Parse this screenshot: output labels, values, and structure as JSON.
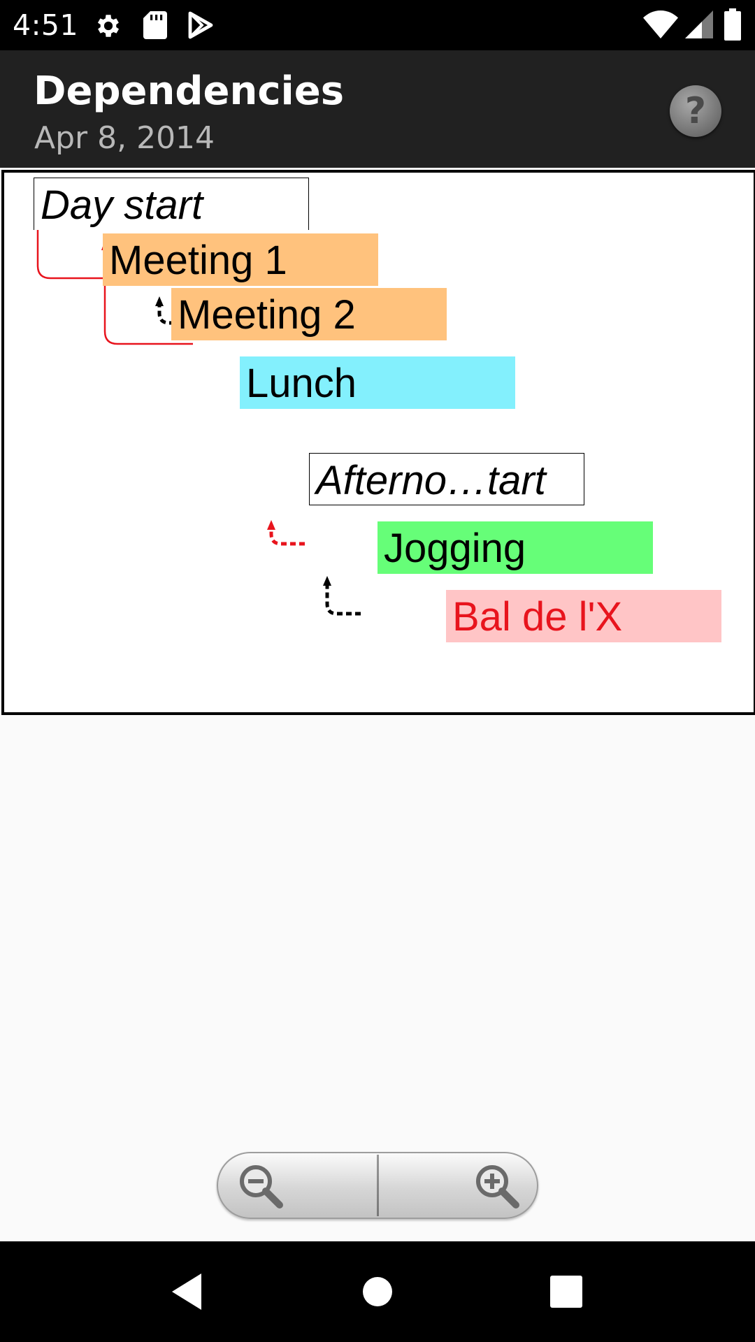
{
  "status_bar": {
    "time": "4:51",
    "icons": [
      "gear-icon",
      "sd-card-icon",
      "play-store-icon",
      "wifi-icon",
      "signal-icon",
      "battery-icon"
    ]
  },
  "action_bar": {
    "title": "Dependencies",
    "subtitle": "Apr 8, 2014",
    "help_label": "?"
  },
  "gantt": {
    "tasks": [
      {
        "label": "Day start",
        "type": "milestone",
        "color": "#ffffff",
        "text_color": "#000000"
      },
      {
        "label": "Meeting 1",
        "type": "task",
        "color": "#ffc27d",
        "text_color": "#000000"
      },
      {
        "label": "Meeting 2",
        "type": "task",
        "color": "#ffc27d",
        "text_color": "#000000"
      },
      {
        "label": "Lunch",
        "type": "task",
        "color": "#83f0fd",
        "text_color": "#000000"
      },
      {
        "label": "Afterno…tart",
        "type": "milestone",
        "color": "#ffffff",
        "text_color": "#000000"
      },
      {
        "label": "Jogging",
        "type": "task",
        "color": "#66fe78",
        "text_color": "#000000"
      },
      {
        "label": "Bal de l'X",
        "type": "task",
        "color": "#ffc5c6",
        "text_color": "#e8141d"
      }
    ],
    "link_colors": {
      "red": "#e8141d",
      "black": "#000000"
    }
  },
  "zoom": {
    "out_icon": "zoom-out-icon",
    "in_icon": "zoom-in-icon"
  },
  "nav_bar": {
    "icons": [
      "back-icon",
      "home-icon",
      "recents-icon"
    ]
  }
}
